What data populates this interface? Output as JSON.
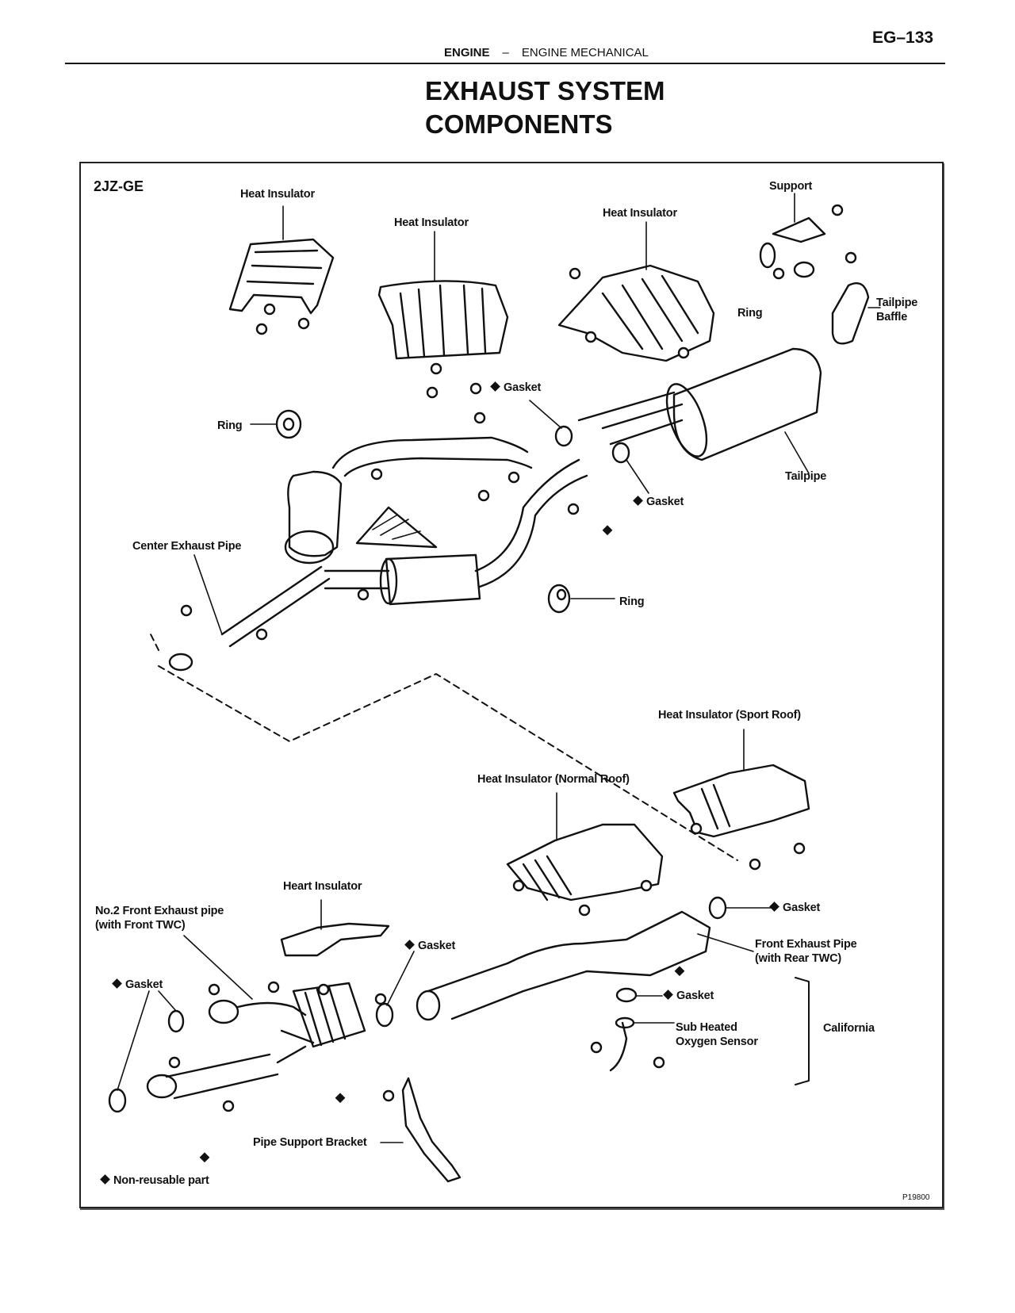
{
  "header": {
    "page_number": "EG–133",
    "section": "ENGINE",
    "separator": "–",
    "subsection": "ENGINE MECHANICAL"
  },
  "title": {
    "line1": "EXHAUST SYSTEM",
    "line2": "COMPONENTS"
  },
  "figure": {
    "engine_model": "2JZ-GE",
    "figure_code": "P19800",
    "legend": {
      "symbol": "diamond",
      "text": "Non-reusable part"
    },
    "labels": {
      "heat_insulator_1": "Heat Insulator",
      "heat_insulator_2": "Heat Insulator",
      "heat_insulator_3": "Heat Insulator",
      "support": "Support",
      "ring_upper_right": "Ring",
      "tailpipe_baffle_1": "Tailpipe",
      "tailpipe_baffle_2": "Baffle",
      "gasket_top": "Gasket",
      "ring_left": "Ring",
      "tailpipe": "Tailpipe",
      "gasket_middle": "Gasket",
      "center_exhaust_pipe": "Center Exhaust Pipe",
      "ring_middle": "Ring",
      "heat_insulator_sport_roof": "Heat Insulator (Sport Roof)",
      "heat_insulator_normal_roof": "Heat Insulator (Normal Roof)",
      "heart_insulator": "Heart Insulator",
      "no2_front_exhaust_pipe_1": "No.2 Front Exhaust pipe",
      "no2_front_exhaust_pipe_2": "(with Front TWC)",
      "gasket_left": "Gasket",
      "gasket_center": "Gasket",
      "gasket_right": "Gasket",
      "front_exhaust_pipe_1": "Front Exhaust Pipe",
      "front_exhaust_pipe_2": "(with Rear TWC)",
      "gasket_sensor": "Gasket",
      "sub_heated_o2_1": "Sub Heated",
      "sub_heated_o2_2": "Oxygen Sensor",
      "california": "California",
      "pipe_support_bracket": "Pipe Support Bracket"
    }
  }
}
